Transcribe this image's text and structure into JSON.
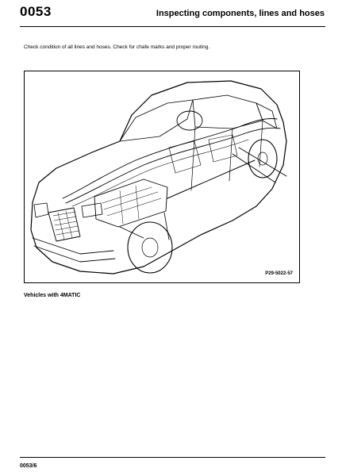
{
  "header": {
    "section_number": "0053",
    "title": "Inspecting components, lines and hoses"
  },
  "body": {
    "intro_text": "Check condition of all lines and hoses. Check for chafe marks and proper routing."
  },
  "figure": {
    "reference": "P29-5022-57",
    "caption": "Vehicles with 4MATIC"
  },
  "footer": {
    "page_number": "0053/6"
  }
}
